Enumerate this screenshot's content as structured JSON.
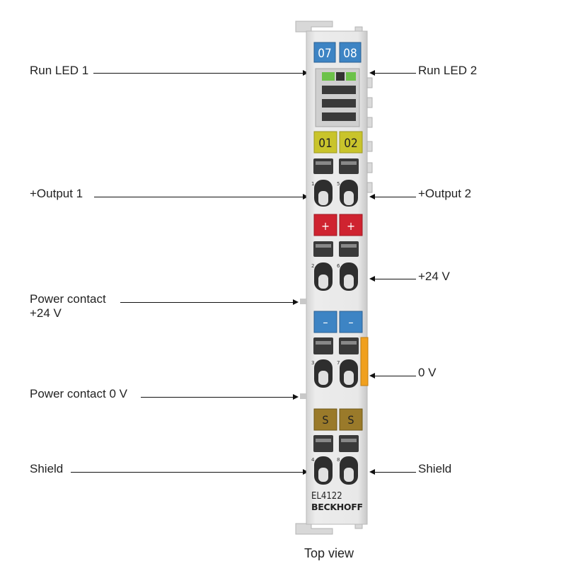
{
  "labels": {
    "run_led_1": "Run LED 1",
    "run_led_2": "Run LED 2",
    "output_1": "+Output 1",
    "output_2": "+Output 2",
    "v24": "+24 V",
    "power_contact_24v": "Power contact\n+24 V",
    "v0": "0 V",
    "power_contact_0v": "Power contact 0 V",
    "shield_left": "Shield",
    "shield_right": "Shield"
  },
  "terminal": {
    "top_left_tag": "07",
    "top_right_tag": "08",
    "led_row1_left": "01",
    "led_row1_right": "02",
    "plus_left": "+",
    "plus_right": "+",
    "minus_left": "–",
    "minus_right": "–",
    "s_left": "S",
    "s_right": "S",
    "pin_1": "1",
    "pin_5": "5",
    "pin_2": "2",
    "pin_6": "6",
    "pin_3": "3",
    "pin_7": "7",
    "pin_4": "4",
    "pin_8": "8",
    "model": "EL4122",
    "brand": "BECKHOFF"
  },
  "footer": "Top view",
  "colors": {
    "blue_tag": "#3d84c4",
    "yellow_tag": "#c9c42b",
    "red_tag": "#cf2330",
    "s_tag": "#9a7a2a",
    "orange": "#f0a01e",
    "led_green": "#6cc24a",
    "body": "#e6e6e6"
  }
}
